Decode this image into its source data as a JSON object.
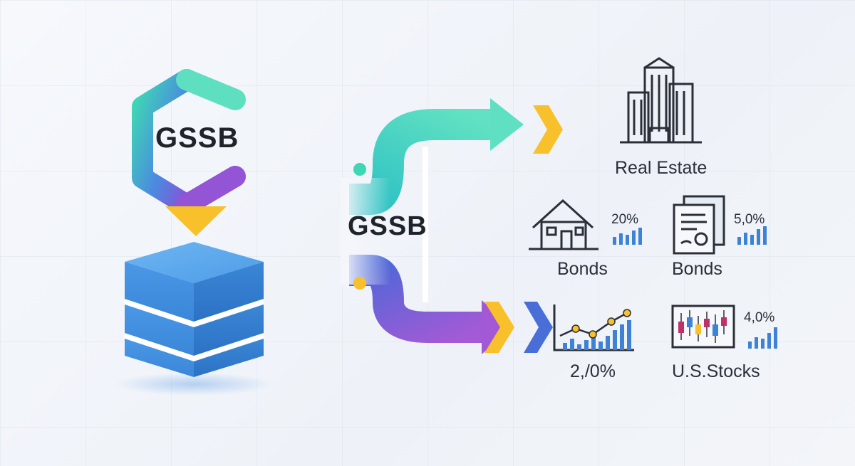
{
  "brand": {
    "left_label": "GSSB",
    "center_label": "GSSB"
  },
  "assets": {
    "real_estate": {
      "label": "Real Estate",
      "icon": "building-icon"
    },
    "bonds_house": {
      "label": "Bonds",
      "value": "20%",
      "icon": "house-icon"
    },
    "bonds_certificate": {
      "label": "Bonds",
      "value": "5,0%",
      "icon": "certificate-icon"
    },
    "line_chart": {
      "value": "2,/0%",
      "icon": "line-chart-icon"
    },
    "us_stocks": {
      "label": "U.S.Stocks",
      "value": "4,0%",
      "icon": "candlestick-chart-icon"
    }
  },
  "colors": {
    "teal": "#3fd6b4",
    "purple": "#8a4fd8",
    "blue": "#3f8fe0",
    "yellow": "#f8c02a",
    "icon_stroke": "#2b2f38",
    "bar_blue": "#3d82d6"
  }
}
